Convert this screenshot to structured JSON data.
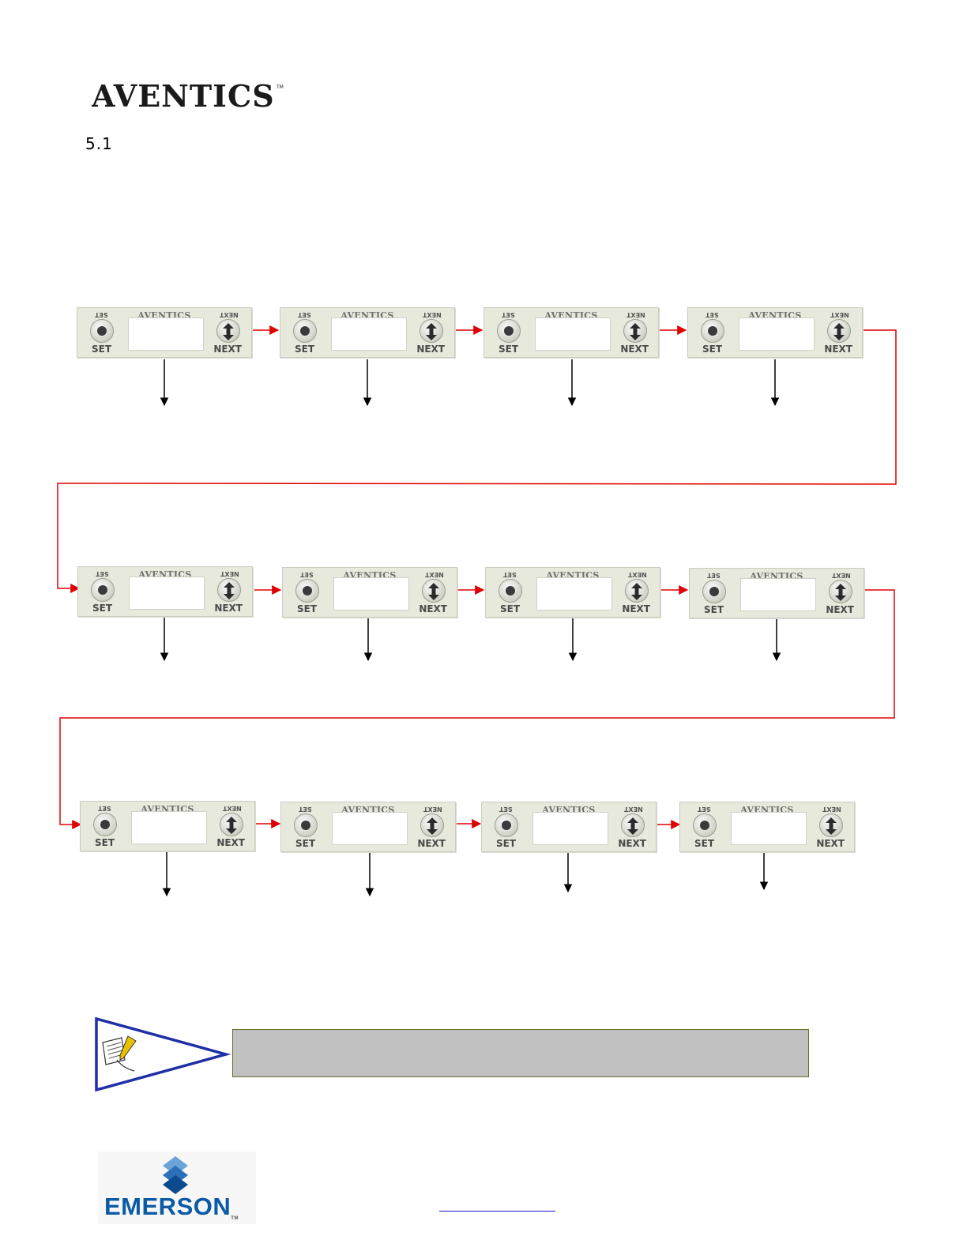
{
  "header": {
    "brand_name": "AVENTICS",
    "trademark": "TM",
    "section_number": "5.1"
  },
  "panel": {
    "brand": "AVENTICS",
    "set_label": "SET",
    "next_label": "NEXT",
    "mirrored_set": "SET",
    "mirrored_next": "NEXT"
  },
  "flow": {
    "rows": 3,
    "panels_per_row": 4,
    "connector_color": "#e00000",
    "down_arrow_color": "#000000"
  },
  "footer": {
    "brand_name": "EMERSON",
    "trademark": "TM"
  }
}
